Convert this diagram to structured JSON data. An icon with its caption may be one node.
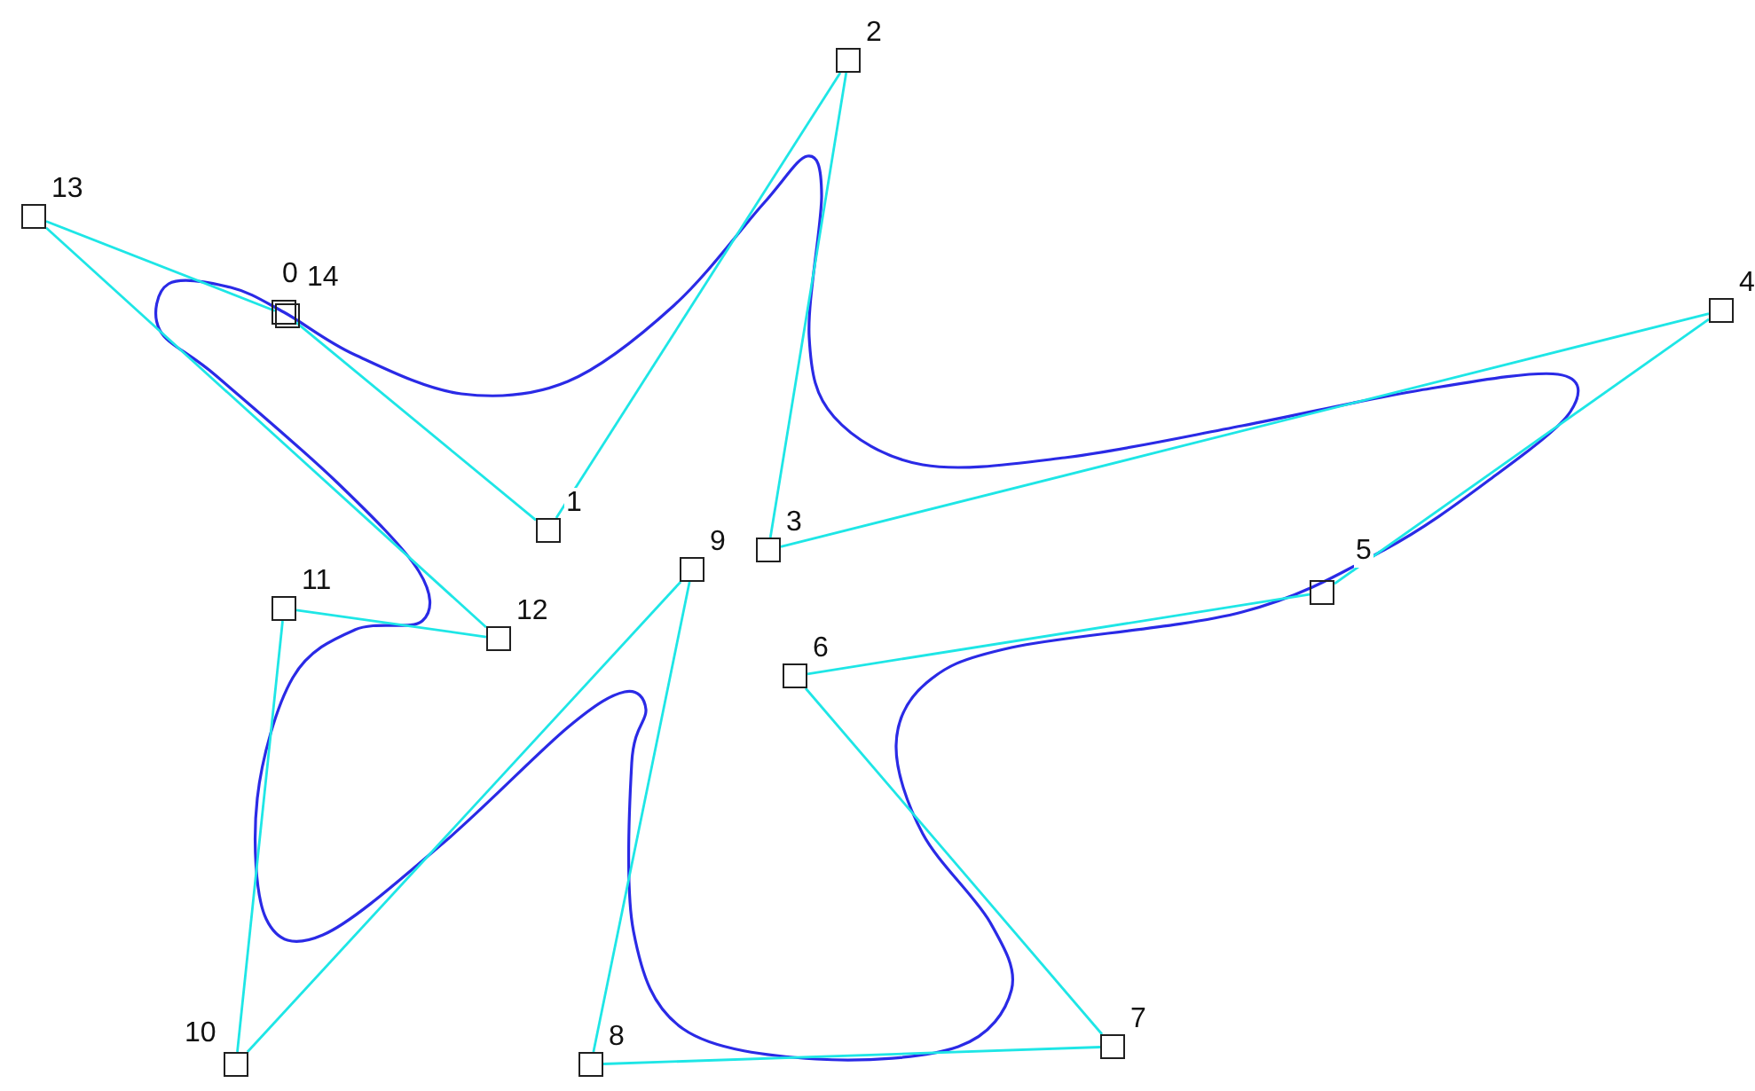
{
  "diagram": {
    "nodes": [
      {
        "text": [],
        "shape": "box",
        "beside": [
          "0"
        ]
      },
      {
        "text": [],
        "shape": "box",
        "beside": [
          "1"
        ]
      },
      {
        "text": [],
        "shape": "box",
        "beside": [
          "2"
        ]
      },
      {
        "text": [],
        "shape": "box",
        "beside": [
          "3"
        ]
      },
      {
        "text": [],
        "shape": "box",
        "beside": [
          "4"
        ]
      },
      {
        "text": [],
        "shape": "box",
        "beside": [
          "5"
        ]
      },
      {
        "text": [],
        "shape": "box",
        "beside": [
          "6"
        ]
      },
      {
        "text": [],
        "shape": "box",
        "beside": [
          "7"
        ]
      },
      {
        "text": [],
        "shape": "box",
        "beside": [
          "8"
        ]
      },
      {
        "text": [],
        "shape": "box",
        "beside": [
          "9"
        ]
      },
      {
        "text": [],
        "shape": "box",
        "beside": [
          "10"
        ]
      },
      {
        "text": [],
        "shape": "box",
        "beside": [
          "11"
        ]
      },
      {
        "text": [],
        "shape": "box",
        "beside": [
          "12"
        ]
      },
      {
        "text": [],
        "shape": "box",
        "beside": [
          "13"
        ]
      },
      {
        "text": [],
        "shape": "box",
        "beside": [
          "14"
        ]
      }
    ],
    "edges": [
      {
        "from": 0,
        "to": 1,
        "arrow": "none"
      },
      {
        "from": 1,
        "to": 2,
        "arrow": "none"
      },
      {
        "from": 2,
        "to": 3,
        "arrow": "none"
      },
      {
        "from": 3,
        "to": 4,
        "arrow": "none"
      },
      {
        "from": 4,
        "to": 5,
        "arrow": "none"
      },
      {
        "from": 5,
        "to": 6,
        "arrow": "none"
      },
      {
        "from": 6,
        "to": 7,
        "arrow": "none"
      },
      {
        "from": 7,
        "to": 8,
        "arrow": "none"
      },
      {
        "from": 8,
        "to": 9,
        "arrow": "none"
      },
      {
        "from": 9,
        "to": 10,
        "arrow": "none"
      },
      {
        "from": 10,
        "to": 11,
        "arrow": "none"
      },
      {
        "from": 11,
        "to": 12,
        "arrow": "none"
      },
      {
        "from": 12,
        "to": 13,
        "arrow": "none"
      },
      {
        "from": 13,
        "to": 14,
        "arrow": "none"
      }
    ]
  }
}
